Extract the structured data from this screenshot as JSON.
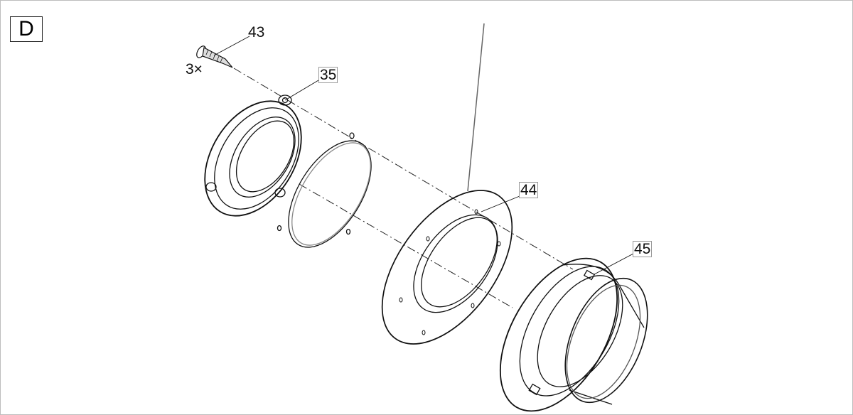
{
  "view_letter": "D",
  "callouts": {
    "screw": "43",
    "screw_qty": "3×",
    "flange": "35",
    "gasket": "44",
    "adapter": "45"
  }
}
